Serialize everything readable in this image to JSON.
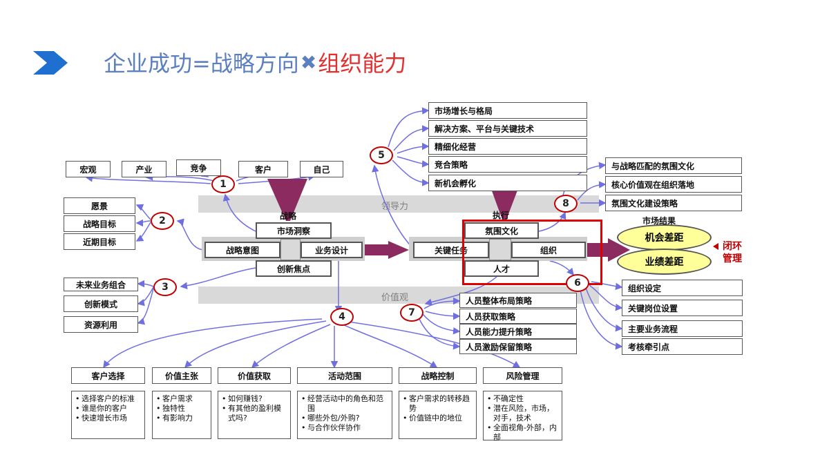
{
  "title": {
    "part1": "企业成功=战略方向",
    "times": "✖",
    "part2": "组织能力"
  },
  "top_row": [
    "宏观",
    "产业",
    "竞争",
    "客户",
    "自己"
  ],
  "left_group2": [
    "愿景",
    "战略目标",
    "近期目标"
  ],
  "left_group3": [
    "未来业务组合",
    "创新模式",
    "资源利用"
  ],
  "group5": [
    "市场增长与格局",
    "解决方案、平台与关键技术",
    "精细化经营",
    "竞合策略",
    "新机会孵化"
  ],
  "group8": [
    "与战略匹配的氛围文化",
    "核心价值观在组织落地",
    "氛围文化建设策略"
  ],
  "group6": [
    "组织设定",
    "关键岗位设置",
    "主要业务流程",
    "考核牵引点"
  ],
  "group7": [
    "人员整体布局策略",
    "人员获取策略",
    "人员能力提升策略",
    "人员激励保留策略"
  ],
  "bands": {
    "leadership": "领导力",
    "values": "价值观"
  },
  "strategy": {
    "label": "战略",
    "top": "市场洞察",
    "left": "战略意图",
    "right": "业务设计",
    "bottom": "创新焦点"
  },
  "execution": {
    "label": "执行",
    "top": "氛围文化",
    "left": "关键任务",
    "right": "组织",
    "bottom": "人才"
  },
  "market_result": {
    "label": "市场结果",
    "gap1": "机会差距",
    "gap2": "业绩差距",
    "closed_loop": "闭环\n管理"
  },
  "circles": [
    "1",
    "2",
    "3",
    "4",
    "5",
    "6",
    "7",
    "8"
  ],
  "bottom_headers": [
    "客户选择",
    "价值主张",
    "价值获取",
    "活动范围",
    "战略控制",
    "风险管理"
  ],
  "bottom_details": [
    [
      "选择客户的标准",
      "谁是你的客户",
      "快速增长市场"
    ],
    [
      "客户需求",
      "独特性",
      "有影响力"
    ],
    [
      "如何赚钱?",
      "有其他的盈利模式吗?"
    ],
    [
      "经营活动中的角色和范围",
      "哪些外包/外购?",
      "与合作伙伴协作"
    ],
    [
      "客户需求的转移趋势",
      "价值链中的地位"
    ],
    [
      "不确定性",
      "潜在风险，市场，对手，技术",
      "全面视角-外部，内部"
    ]
  ],
  "colors": {
    "accent_blue": "#5b7fbf",
    "accent_red": "#e03030",
    "circle_red": "#c00000",
    "arrow_purple": "#8b2b5f",
    "line_blue": "#6f6fe0",
    "oval_yellow": "#ffff99"
  }
}
